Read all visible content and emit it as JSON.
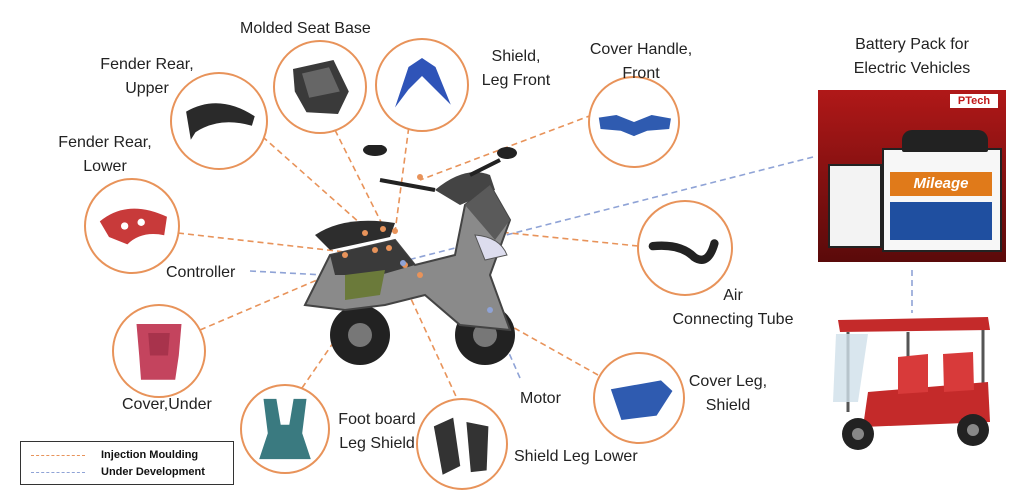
{
  "legend": {
    "injection": "Injection Moulding",
    "development": "Under Development",
    "injection_color": "#e8935a",
    "development_color": "#8fa3d6"
  },
  "parts": {
    "molded_seat_base": "Molded Seat Base",
    "fender_rear_upper_1": "Fender Rear,",
    "fender_rear_upper_2": "Upper",
    "fender_rear_lower_1": "Fender Rear,",
    "fender_rear_lower_2": "Lower",
    "shield_leg_front_1": "Shield,",
    "shield_leg_front_2": "Leg Front",
    "cover_handle_front_1": "Cover Handle,",
    "cover_handle_front_2": "Front",
    "controller": "Controller",
    "air_tube_1": "Air",
    "air_tube_2": "Connecting Tube",
    "cover_under": "Cover,Under",
    "foot_board_1": "Foot board",
    "foot_board_2": "Leg Shield",
    "shield_leg_lower": "Shield Leg Lower",
    "motor": "Motor",
    "cover_leg_shield_1": "Cover Leg,",
    "cover_leg_shield_2": "Shield"
  },
  "battery": {
    "title_1": "Battery Pack for",
    "title_2": "Electric Vehicles",
    "brand": "PTech",
    "label": "Mileage"
  }
}
